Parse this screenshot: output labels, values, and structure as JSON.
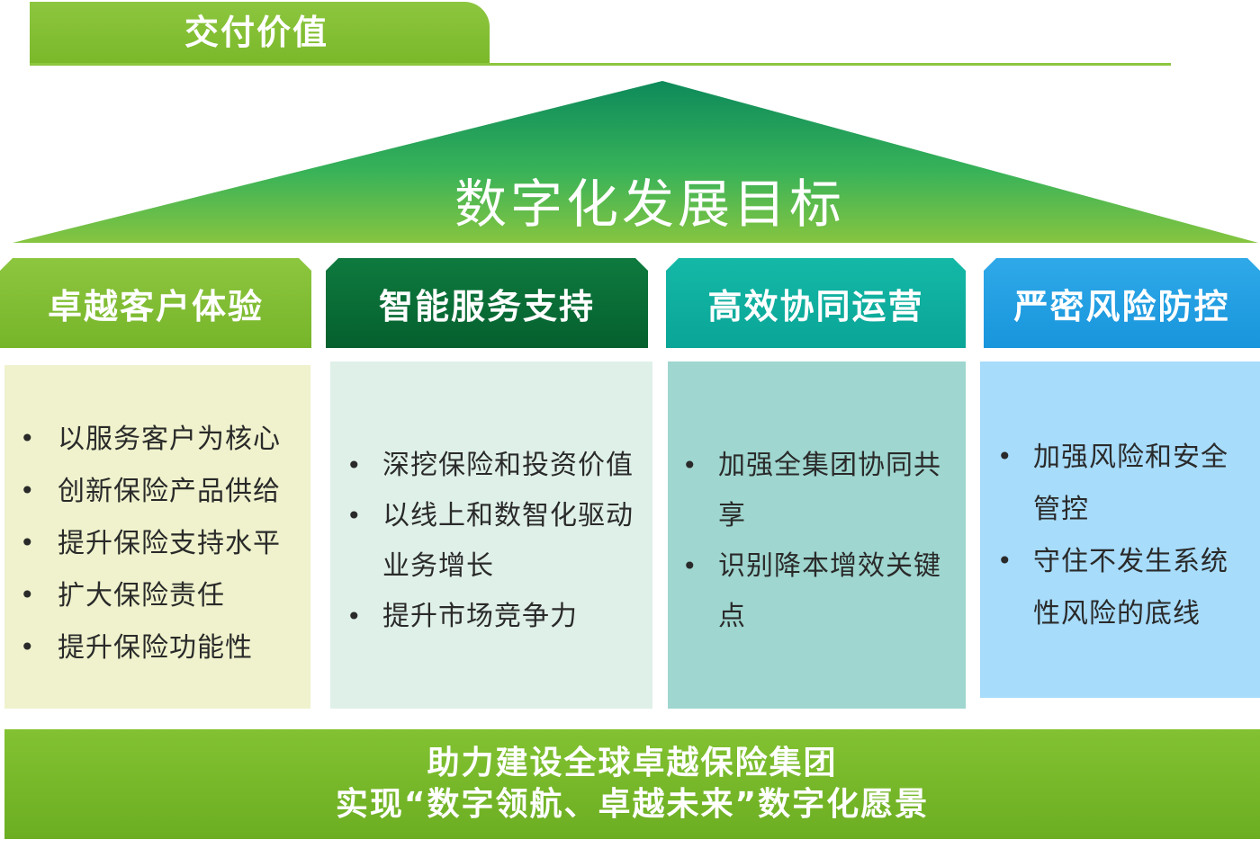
{
  "header": {
    "title": "交付价值"
  },
  "roof": {
    "title": "数字化发展目标"
  },
  "columns": [
    {
      "title": "卓越客户体验",
      "items": [
        "以服务客户为核心",
        "创新保险产品供给",
        "提升保险支持水平",
        "扩大保险责任",
        "提升保险功能性"
      ]
    },
    {
      "title": "智能服务支持",
      "items": [
        "深挖保险和投资价值",
        "以线上和数智化驱动业务增长",
        "提升市场竞争力"
      ]
    },
    {
      "title": "高效协同运营",
      "items": [
        "加强全集团协同共享",
        "识别降本增效关键点"
      ]
    },
    {
      "title": "严密风险防控",
      "items": [
        "加强风险和安全管控",
        "守住不发生系统性风险的底线"
      ]
    }
  ],
  "footer": {
    "line1": "助力建设全球卓越保险集团",
    "line2": "实现“数字领航、卓越未来”数字化愿景"
  },
  "bullet_glyph": "•",
  "colors": {
    "green_light": "#8dc63f",
    "green_dark": "#05602e",
    "teal": "#14b8a6",
    "blue": "#1895dc"
  }
}
